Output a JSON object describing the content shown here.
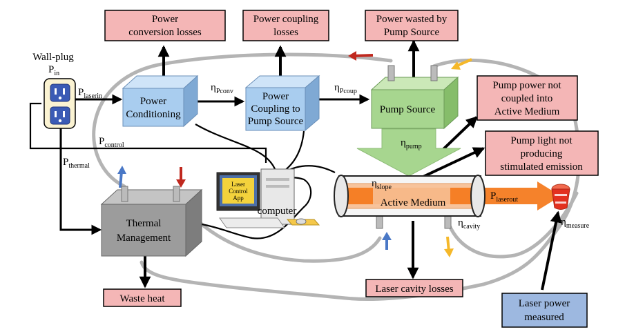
{
  "loss_boxes": {
    "power_conversion": [
      "Power",
      "conversion losses"
    ],
    "power_coupling": [
      "Power coupling",
      "losses"
    ],
    "pump_wasted": [
      "Power wasted by",
      "Pump Source"
    ],
    "pump_not_coupled": [
      "Pump power not",
      "coupled into",
      "Active Medium"
    ],
    "pump_light_not_producing": [
      "Pump light not",
      "producing",
      "stimulated emission"
    ],
    "laser_cavity": "Laser cavity losses",
    "waste_heat": "Waste heat"
  },
  "measured_box": [
    "Laser power",
    "measured"
  ],
  "blocks": {
    "power_conditioning": [
      "Power",
      "Conditioning"
    ],
    "coupling_to_pump": [
      "Power",
      "Coupling to",
      "Pump Source"
    ],
    "pump_source": "Pump Source",
    "thermal_management": [
      "Thermal",
      "Management"
    ],
    "active_medium": "Active Medium"
  },
  "wall_plug": {
    "label": "Wall-plug",
    "p_main": "P",
    "p_sub": "in"
  },
  "symbols": {
    "p_laserin": {
      "main": "P",
      "sub": "laserin"
    },
    "eta_pconv": {
      "main": "η",
      "sub": "Pconv"
    },
    "eta_pcoup": {
      "main": "η",
      "sub": "Pcoup"
    },
    "eta_pump": {
      "main": "η",
      "sub": "pump"
    },
    "eta_slope": {
      "main": "η",
      "sub": "slope"
    },
    "eta_cavity": {
      "main": "η",
      "sub": "cavity"
    },
    "eta_measure": {
      "main": "η",
      "sub": "measure"
    },
    "p_control": {
      "main": "P",
      "sub": "control"
    },
    "p_thermal": {
      "main": "P",
      "sub": "thermal"
    },
    "p_laserout": {
      "main": "P",
      "sub": "laserout"
    }
  },
  "computer": {
    "label": "computer",
    "screen_lines": [
      "Laser",
      "Control",
      "App"
    ]
  },
  "colors": {
    "loss_box_fill": "#f4b6b6",
    "measured_fill": "#9db8e0",
    "block_blue": "#a9cdef",
    "block_green": "#a7d68f",
    "block_gray": "#9c9c9c",
    "medium_orange": "#f7c39b",
    "beam_orange": "#f47b20",
    "pipe_gray": "#b4b4b4",
    "arrow_red": "#c0281e",
    "arrow_blue": "#4a78c6",
    "arrow_yellow": "#f5b82a"
  }
}
